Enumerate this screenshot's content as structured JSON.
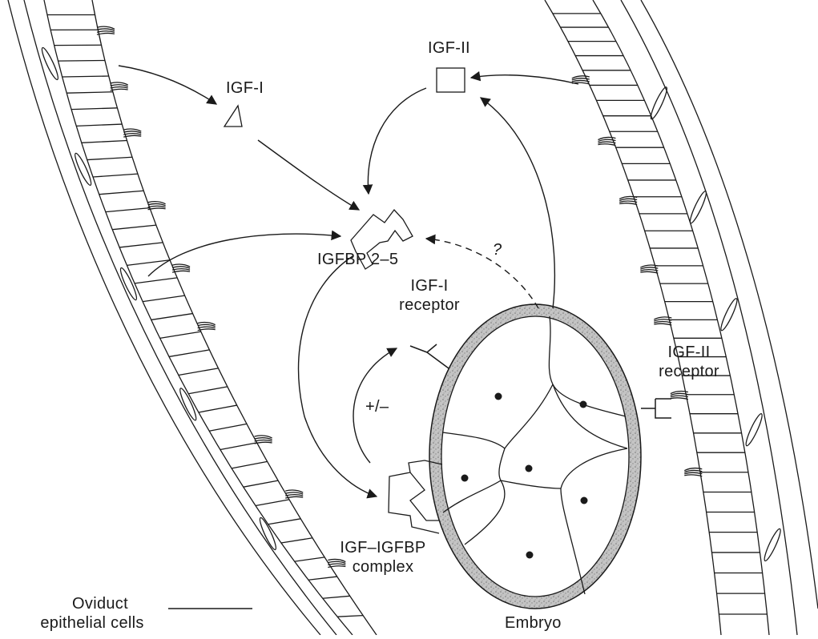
{
  "labels": {
    "igf1": "IGF-I",
    "igf2": "IGF-II",
    "igfbp": "IGFBP 2–5",
    "question": "?",
    "igf1_receptor_line1": "IGF-I",
    "igf1_receptor_line2": "receptor",
    "igf2_receptor_line1": "IGF-II",
    "igf2_receptor_line2": "receptor",
    "plus_minus": "+/–",
    "complex_line1": "IGF–IGFBP",
    "complex_line2": "complex",
    "oviduct_line1": "Oviduct",
    "oviduct_line2": "epithelial cells",
    "embryo": "Embryo"
  },
  "colors": {
    "ink": "#1a1a1a",
    "zona_fill": "#b8b8b8",
    "background": "#ffffff"
  }
}
